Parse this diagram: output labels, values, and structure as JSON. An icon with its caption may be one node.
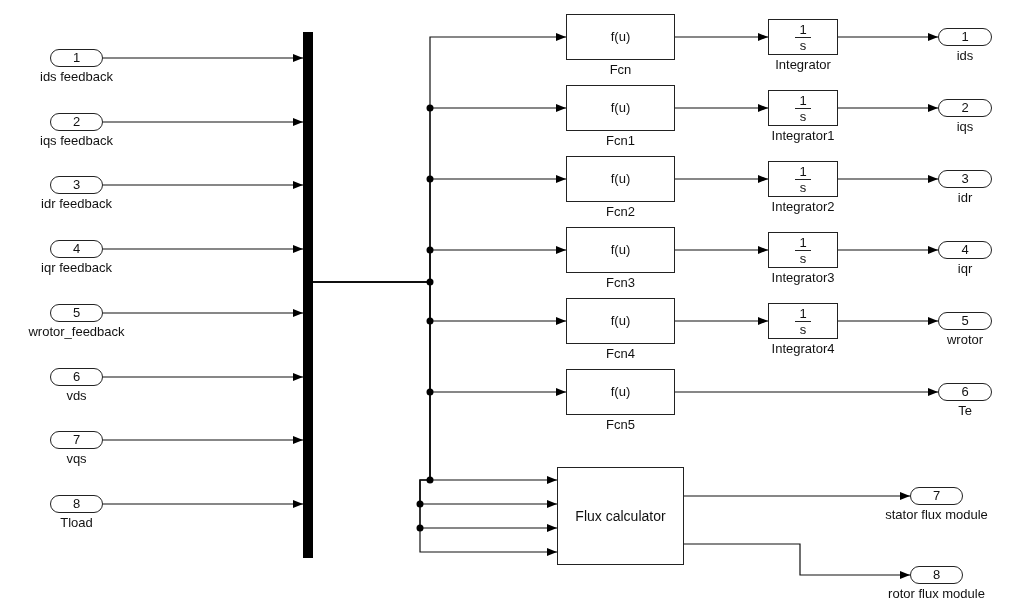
{
  "diagram": {
    "nodes": [
      {
        "text": [
          "1"
        ],
        "beside": [
          "ids feedback"
        ]
      },
      {
        "text": [
          "2"
        ],
        "beside": [
          "iqs feedback"
        ]
      },
      {
        "text": [
          "3"
        ],
        "beside": [
          "idr feedback"
        ]
      },
      {
        "text": [
          "4"
        ],
        "beside": [
          "iqr feedback"
        ]
      },
      {
        "text": [
          "5"
        ],
        "beside": [
          "wrotor_feedback"
        ]
      },
      {
        "text": [
          "6"
        ],
        "beside": [
          "vds"
        ]
      },
      {
        "text": [
          "7"
        ],
        "beside": [
          "vqs"
        ]
      },
      {
        "text": [
          "8"
        ],
        "beside": [
          "Tload"
        ]
      },
      {
        "text": [],
        "shape": "bar"
      },
      {
        "text": [
          "f(u)"
        ],
        "beside": [
          "Fcn"
        ]
      },
      {
        "text": [
          "f(u)"
        ],
        "beside": [
          "Fcn1"
        ]
      },
      {
        "text": [
          "f(u)"
        ],
        "beside": [
          "Fcn2"
        ]
      },
      {
        "text": [
          "f(u)"
        ],
        "beside": [
          "Fcn3"
        ]
      },
      {
        "text": [
          "f(u)"
        ],
        "beside": [
          "Fcn4"
        ]
      },
      {
        "text": [
          "f(u)"
        ],
        "beside": [
          "Fcn5"
        ]
      },
      {
        "text": [
          "Flux calculator"
        ]
      },
      {
        "text": [
          "1",
          "s"
        ],
        "beside": [
          "Integrator"
        ]
      },
      {
        "text": [
          "1",
          "s"
        ],
        "beside": [
          "Integrator1"
        ]
      },
      {
        "text": [
          "1",
          "s"
        ],
        "beside": [
          "Integrator2"
        ]
      },
      {
        "text": [
          "1",
          "s"
        ],
        "beside": [
          "Integrator3"
        ]
      },
      {
        "text": [
          "1",
          "s"
        ],
        "beside": [
          "Integrator4"
        ]
      },
      {
        "text": [
          "1"
        ],
        "beside": [
          "ids"
        ]
      },
      {
        "text": [
          "2"
        ],
        "beside": [
          "iqs"
        ]
      },
      {
        "text": [
          "3"
        ],
        "beside": [
          "idr"
        ]
      },
      {
        "text": [
          "4"
        ],
        "beside": [
          "iqr"
        ]
      },
      {
        "text": [
          "5"
        ],
        "beside": [
          "wrotor"
        ]
      },
      {
        "text": [
          "6"
        ],
        "beside": [
          "Te"
        ]
      },
      {
        "text": [
          "7"
        ],
        "beside": [
          "stator flux module"
        ]
      },
      {
        "text": [
          "8"
        ],
        "beside": [
          "rotor flux module"
        ]
      }
    ],
    "edges": [
      {
        "from": 0,
        "to": 8,
        "arrow": "to"
      },
      {
        "from": 1,
        "to": 8,
        "arrow": "to"
      },
      {
        "from": 2,
        "to": 8,
        "arrow": "to"
      },
      {
        "from": 3,
        "to": 8,
        "arrow": "to"
      },
      {
        "from": 4,
        "to": 8,
        "arrow": "to"
      },
      {
        "from": 5,
        "to": 8,
        "arrow": "to"
      },
      {
        "from": 6,
        "to": 8,
        "arrow": "to"
      },
      {
        "from": 7,
        "to": 8,
        "arrow": "to"
      },
      {
        "from": 8,
        "to": 9,
        "arrow": "to"
      },
      {
        "from": 8,
        "to": 10,
        "arrow": "to"
      },
      {
        "from": 8,
        "to": 11,
        "arrow": "to"
      },
      {
        "from": 8,
        "to": 12,
        "arrow": "to"
      },
      {
        "from": 8,
        "to": 13,
        "arrow": "to"
      },
      {
        "from": 8,
        "to": 14,
        "arrow": "to"
      },
      {
        "from": 8,
        "to": 15,
        "arrow": "to"
      },
      {
        "from": 8,
        "to": 15,
        "arrow": "to"
      },
      {
        "from": 8,
        "to": 15,
        "arrow": "to"
      },
      {
        "from": 8,
        "to": 15,
        "arrow": "to"
      },
      {
        "from": 9,
        "to": 16,
        "arrow": "to"
      },
      {
        "from": 10,
        "to": 17,
        "arrow": "to"
      },
      {
        "from": 11,
        "to": 18,
        "arrow": "to"
      },
      {
        "from": 12,
        "to": 19,
        "arrow": "to"
      },
      {
        "from": 13,
        "to": 20,
        "arrow": "to"
      },
      {
        "from": 16,
        "to": 21,
        "arrow": "to"
      },
      {
        "from": 17,
        "to": 22,
        "arrow": "to"
      },
      {
        "from": 18,
        "to": 23,
        "arrow": "to"
      },
      {
        "from": 19,
        "to": 24,
        "arrow": "to"
      },
      {
        "from": 20,
        "to": 25,
        "arrow": "to"
      },
      {
        "from": 14,
        "to": 26,
        "arrow": "to"
      },
      {
        "from": 15,
        "to": 27,
        "arrow": "to"
      },
      {
        "from": 15,
        "to": 28,
        "arrow": "to"
      }
    ]
  }
}
